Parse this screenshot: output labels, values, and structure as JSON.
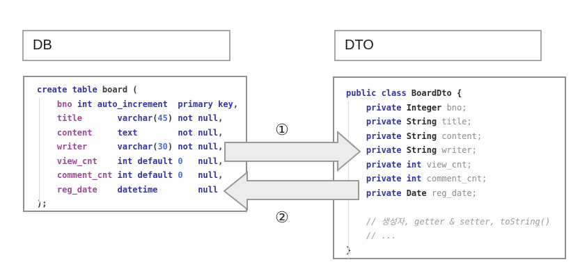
{
  "headers": {
    "db": "DB",
    "dto": "DTO"
  },
  "arrows": {
    "label_1": "①",
    "label_2": "②",
    "fill": "#ececec",
    "stroke": "#999999"
  },
  "colors": {
    "keyword": "#3434a0",
    "column": "#9c4a96",
    "number": "#4d6fd6",
    "plain": "#3a3a46",
    "type": "#2b2b2b",
    "field": "#8c8c8c",
    "comment": "#9a9a9a"
  },
  "sql_panel": {
    "language": "sql",
    "lines": [
      [
        {
          "t": "create table",
          "c": "kw"
        },
        {
          "t": " board (",
          "c": "pl"
        }
      ],
      [
        {
          "t": "    ",
          "c": "pl"
        },
        {
          "t": "bno",
          "c": "col"
        },
        {
          "t": " ",
          "c": "pl"
        },
        {
          "t": "int auto_increment",
          "c": "kw"
        },
        {
          "t": "  ",
          "c": "pl"
        },
        {
          "t": "primary key",
          "c": "kw"
        },
        {
          "t": ",",
          "c": "pl"
        }
      ],
      [
        {
          "t": "    ",
          "c": "pl"
        },
        {
          "t": "title",
          "c": "col"
        },
        {
          "t": "       ",
          "c": "pl"
        },
        {
          "t": "varchar",
          "c": "kw"
        },
        {
          "t": "(",
          "c": "pl"
        },
        {
          "t": "45",
          "c": "num"
        },
        {
          "t": ") ",
          "c": "pl"
        },
        {
          "t": "not null",
          "c": "kw"
        },
        {
          "t": ",",
          "c": "pl"
        }
      ],
      [
        {
          "t": "    ",
          "c": "pl"
        },
        {
          "t": "content",
          "c": "col"
        },
        {
          "t": "     ",
          "c": "pl"
        },
        {
          "t": "text",
          "c": "kw"
        },
        {
          "t": "        ",
          "c": "pl"
        },
        {
          "t": "not null",
          "c": "kw"
        },
        {
          "t": ",",
          "c": "pl"
        }
      ],
      [
        {
          "t": "    ",
          "c": "pl"
        },
        {
          "t": "writer",
          "c": "col"
        },
        {
          "t": "      ",
          "c": "pl"
        },
        {
          "t": "varchar",
          "c": "kw"
        },
        {
          "t": "(",
          "c": "pl"
        },
        {
          "t": "30",
          "c": "num"
        },
        {
          "t": ") ",
          "c": "pl"
        },
        {
          "t": "not null",
          "c": "kw"
        },
        {
          "t": ",",
          "c": "pl"
        }
      ],
      [
        {
          "t": "    ",
          "c": "pl"
        },
        {
          "t": "view_cnt",
          "c": "col"
        },
        {
          "t": "    ",
          "c": "pl"
        },
        {
          "t": "int default ",
          "c": "kw"
        },
        {
          "t": "0",
          "c": "num"
        },
        {
          "t": "   ",
          "c": "pl"
        },
        {
          "t": "null",
          "c": "kw"
        },
        {
          "t": ",",
          "c": "pl"
        }
      ],
      [
        {
          "t": "    ",
          "c": "pl"
        },
        {
          "t": "comment_cnt",
          "c": "col"
        },
        {
          "t": " ",
          "c": "pl"
        },
        {
          "t": "int default ",
          "c": "kw"
        },
        {
          "t": "0",
          "c": "num"
        },
        {
          "t": "   ",
          "c": "pl"
        },
        {
          "t": "null",
          "c": "kw"
        },
        {
          "t": ",",
          "c": "pl"
        }
      ],
      [
        {
          "t": "    ",
          "c": "pl"
        },
        {
          "t": "reg_date",
          "c": "col"
        },
        {
          "t": "    ",
          "c": "pl"
        },
        {
          "t": "datetime",
          "c": "kw"
        },
        {
          "t": "        ",
          "c": "pl"
        },
        {
          "t": "null",
          "c": "kw"
        }
      ],
      [
        {
          "t": ");",
          "c": "pl"
        }
      ]
    ]
  },
  "java_panel": {
    "language": "java",
    "lines": [
      [
        {
          "t": "public class",
          "c": "kw"
        },
        {
          "t": " BoardDto {",
          "c": "typ"
        }
      ],
      [
        {
          "t": "    ",
          "c": "pl"
        },
        {
          "t": "private",
          "c": "kw"
        },
        {
          "t": " Integer ",
          "c": "typ"
        },
        {
          "t": "bno;",
          "c": "fld"
        }
      ],
      [
        {
          "t": "    ",
          "c": "pl"
        },
        {
          "t": "private",
          "c": "kw"
        },
        {
          "t": " String ",
          "c": "typ"
        },
        {
          "t": "title;",
          "c": "fld"
        }
      ],
      [
        {
          "t": "    ",
          "c": "pl"
        },
        {
          "t": "private",
          "c": "kw"
        },
        {
          "t": " String ",
          "c": "typ"
        },
        {
          "t": "content;",
          "c": "fld"
        }
      ],
      [
        {
          "t": "    ",
          "c": "pl"
        },
        {
          "t": "private",
          "c": "kw"
        },
        {
          "t": " String ",
          "c": "typ"
        },
        {
          "t": "writer;",
          "c": "fld"
        }
      ],
      [
        {
          "t": "    ",
          "c": "pl"
        },
        {
          "t": "private int",
          "c": "kw"
        },
        {
          "t": " ",
          "c": "pl"
        },
        {
          "t": "view_cnt;",
          "c": "fld"
        }
      ],
      [
        {
          "t": "    ",
          "c": "pl"
        },
        {
          "t": "private int",
          "c": "kw"
        },
        {
          "t": " ",
          "c": "pl"
        },
        {
          "t": "comment_cnt;",
          "c": "fld"
        }
      ],
      [
        {
          "t": "    ",
          "c": "pl"
        },
        {
          "t": "private",
          "c": "kw"
        },
        {
          "t": " Date ",
          "c": "typ"
        },
        {
          "t": "reg_date;",
          "c": "fld"
        }
      ],
      [],
      [
        {
          "t": "    ",
          "c": "pl"
        },
        {
          "t": "// 생성자, getter & setter, toString()",
          "c": "cm"
        }
      ],
      [
        {
          "t": "    ",
          "c": "pl"
        },
        {
          "t": "// ...",
          "c": "cm"
        }
      ],
      [
        {
          "t": "}",
          "c": "typ"
        }
      ]
    ]
  }
}
